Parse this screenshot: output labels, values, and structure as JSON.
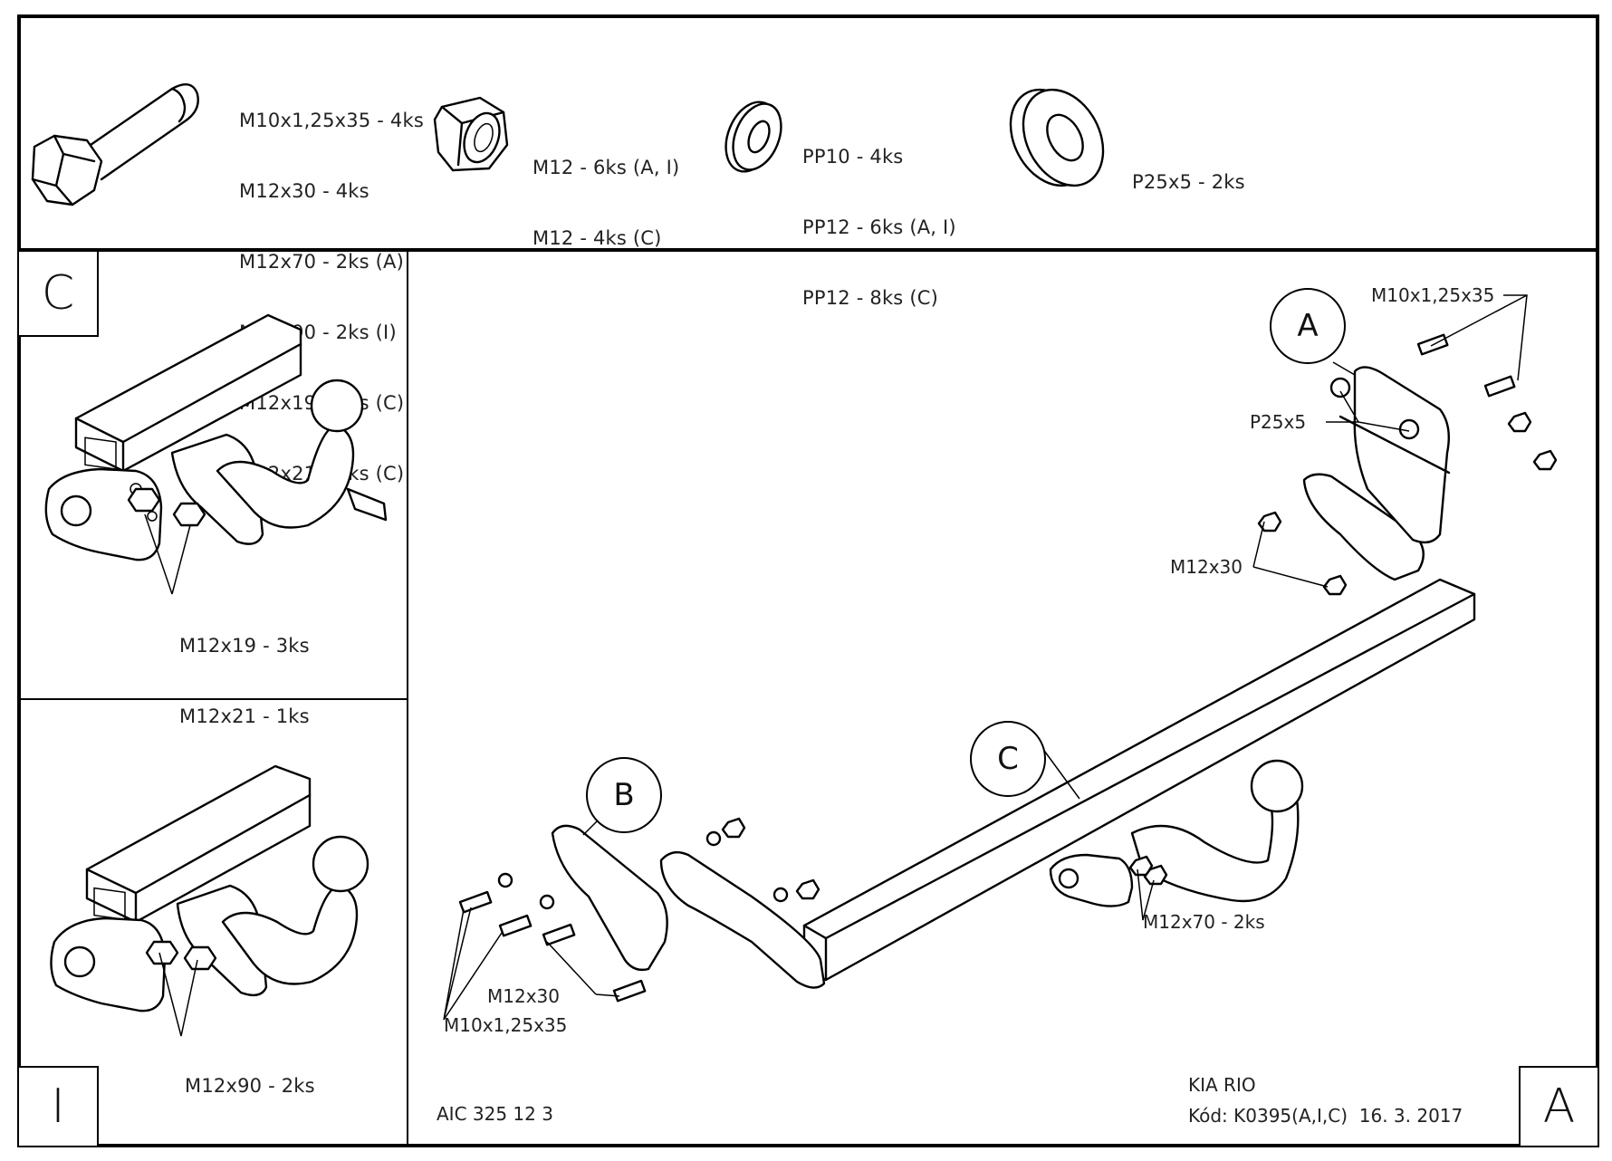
{
  "parts_list": {
    "bolts": {
      "icon": "hex-bolt-icon",
      "lines": [
        "M10x1,25x35 - 4ks",
        "M12x30 - 4ks",
        "M12x70 - 2ks (A)",
        "M12x90 - 2ks (I)",
        "M12x19 - 3ks (C)",
        "M12x21 - 1ks (C)"
      ]
    },
    "nuts": {
      "icon": "hex-nut-icon",
      "lines": [
        "M12 - 6ks (A, I)",
        "M12 - 4ks (C)"
      ]
    },
    "washers": {
      "icon": "flat-washer-icon",
      "lines": [
        "PP10 - 4ks",
        "PP12 - 6ks (A, I)",
        "PP12 - 8ks (C)"
      ]
    },
    "spacers": {
      "icon": "thick-spacer-icon",
      "lines": [
        "P25x5 - 2ks"
      ]
    }
  },
  "variant_c": {
    "corner_label": "C",
    "callout_lines": [
      "M12x19 - 3ks",
      "M12x21 - 1ks"
    ]
  },
  "variant_i": {
    "corner_label": "I",
    "callout_lines": [
      "M12x90 - 2ks"
    ]
  },
  "main_view": {
    "corner_label": "A",
    "bubbles": [
      "A",
      "B",
      "C"
    ],
    "callouts": {
      "top_right_bolt": "M10x1,25x35",
      "spacer": "P25x5",
      "right_bracket_bolt": "M12x30",
      "ball_mount_bolt": "M12x70 - 2ks",
      "left_bracket_bolt": "M12x30",
      "left_bolt": "M10x1,25x35"
    }
  },
  "title_block": {
    "drawing_number": "AIC 325 12 3",
    "vehicle": "KIA RIO",
    "code_line": "Kód: K0395(A,I,C)  16. 3. 2017"
  }
}
